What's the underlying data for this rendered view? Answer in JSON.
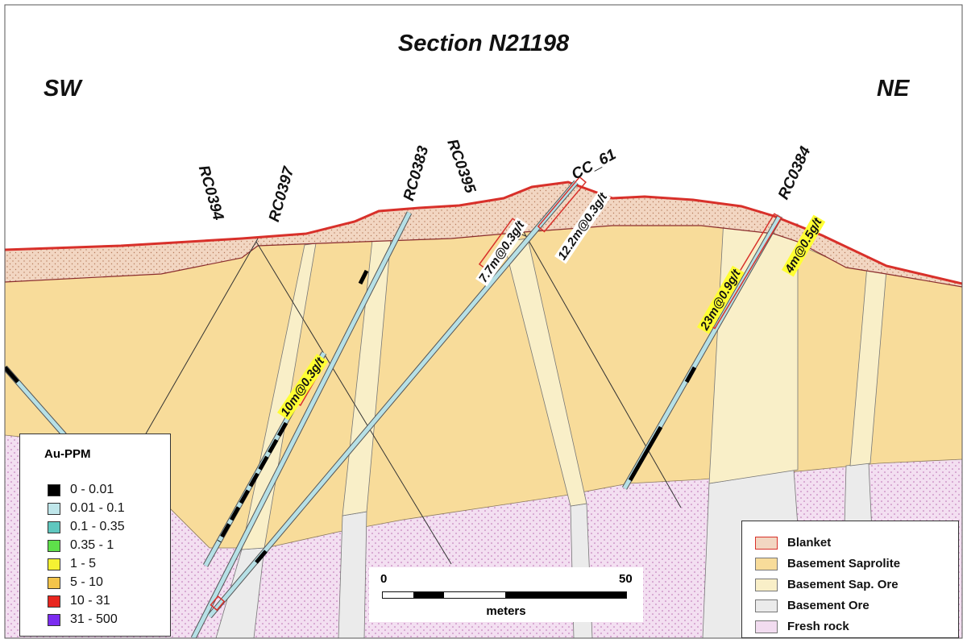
{
  "title": "Section N21198",
  "directions": {
    "left": "SW",
    "right": "NE"
  },
  "drillholes": [
    "RC0394",
    "RC0397",
    "RC0383",
    "RC0395",
    "CC_61",
    "RC0384"
  ],
  "intervals": {
    "rc0397": "10m@0.3g/t",
    "rc0395": "7.7m@0.3g/t",
    "cc61": "12.2m@0.3g/t",
    "rc0384_a": "23m@0.9g/t",
    "rc0384_b": "4m@0.5g/t"
  },
  "au_legend": {
    "title": "Au-PPM",
    "classes": [
      {
        "label": "0 - 0.01",
        "color": "#000000"
      },
      {
        "label": "0.01 - 0.1",
        "color": "#bfe6ea"
      },
      {
        "label": "0.1 - 0.35",
        "color": "#5fc7bf"
      },
      {
        "label": "0.35 - 1",
        "color": "#5ee04a"
      },
      {
        "label": "1 - 5",
        "color": "#f5f233"
      },
      {
        "label": "5 - 10",
        "color": "#f3c44a"
      },
      {
        "label": "10 - 31",
        "color": "#e8261f"
      },
      {
        "label": "31 - 500",
        "color": "#7b2cf0"
      }
    ]
  },
  "unit_legend": [
    {
      "label": "Blanket",
      "color": "#f2d6c2",
      "border": "#d8302a"
    },
    {
      "label": "Basement Saprolite",
      "color": "#f8dc9a",
      "border": "#777777"
    },
    {
      "label": "Basement Sap. Ore",
      "color": "#f9efc8",
      "border": "#777777"
    },
    {
      "label": "Basement Ore",
      "color": "#ebebeb",
      "border": "#777777"
    },
    {
      "label": "Fresh rock",
      "color": "#f2dcf0",
      "border": "#777777"
    }
  ],
  "scale_bar": {
    "start": "0",
    "end": "50",
    "unit": "meters"
  },
  "colors": {
    "blanket": "#f2d6c2",
    "saprolite": "#f8dc9a",
    "sap_ore": "#f9efc8",
    "ore": "#ebebeb",
    "fresh": "#f2dcf0",
    "surface_line": "#d8302a",
    "base_line": "#8a2d2d",
    "hole_fill": "#b6e0e6"
  }
}
